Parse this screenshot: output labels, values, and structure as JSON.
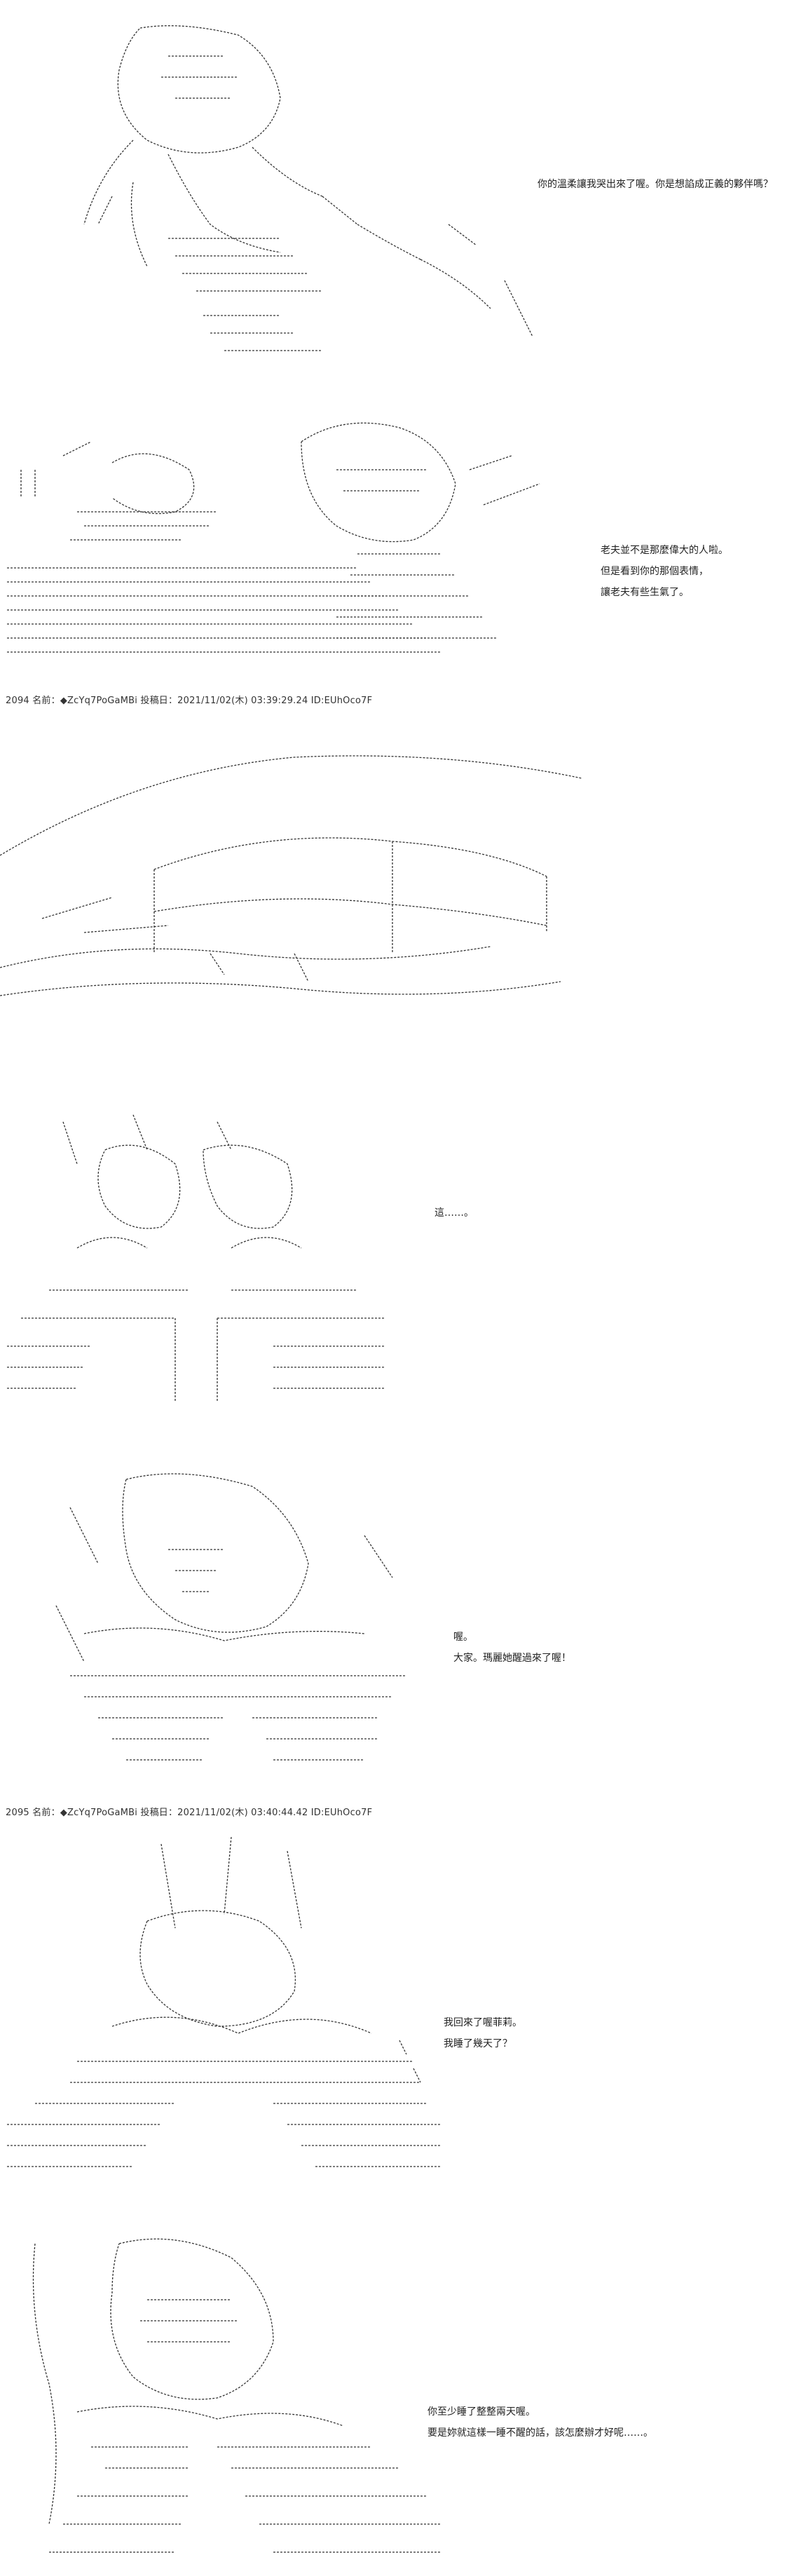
{
  "panels": [
    {
      "dialogue": [
        "你的溫柔讓我哭出來了喔。你是想諂成正義的夥伴嗎？"
      ]
    },
    {
      "dialogue": [
        "老夫並不是那麼偉大的人啦。",
        "但是看到你的那個表情，",
        "讓老夫有些生氣了。"
      ]
    },
    {
      "post_header": "2094 名前：◆ZcYq7PoGaMBi 投稿日：2021/11/02(木) 03:39:29.24 ID:EUhOco7F",
      "dialogue": []
    },
    {
      "dialogue": [
        "這……。"
      ]
    },
    {
      "dialogue": [
        "喔。",
        "大家。瑪麗她醒過來了喔！"
      ]
    },
    {
      "post_header": "2095 名前：◆ZcYq7PoGaMBi 投稿日：2021/11/02(木) 03:40:44.42 ID:EUhOco7F",
      "dialogue": [
        "我回來了喔菲莉。",
        "我睡了幾天了？"
      ]
    },
    {
      "dialogue": [
        "你至少睡了整整兩天喔。",
        "要是妳就這樣一睡不醒的話，該怎麼辦才好呢……。"
      ]
    }
  ]
}
